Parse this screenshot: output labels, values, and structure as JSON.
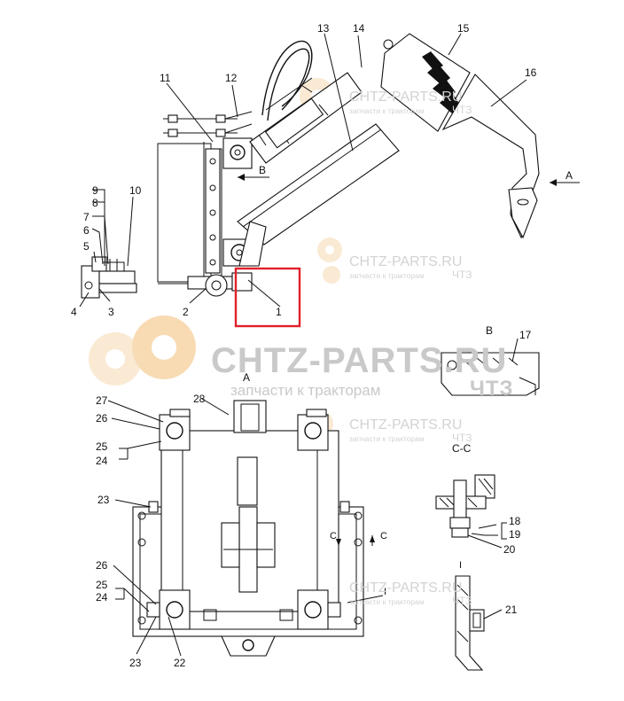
{
  "watermark": {
    "main": "CHTZ-PARTS.RU",
    "sub": "запчасти к тракторам",
    "brand": "ЧТЗ"
  },
  "views": {
    "view_b": "B",
    "view_a": "A",
    "section_cc": "C-C",
    "detail_i": "I",
    "arrow_a": "A",
    "arrow_b": "B",
    "arrow_c1": "C",
    "arrow_c2": "C",
    "arrow_i": "I"
  },
  "callouts": {
    "c1": "1",
    "c2": "2",
    "c3": "3",
    "c4": "4",
    "c5": "5",
    "c6": "6",
    "c7": "7",
    "c8": "8",
    "c9": "9",
    "c10": "10",
    "c11": "11",
    "c12": "12",
    "c13": "13",
    "c14": "14",
    "c15": "15",
    "c16": "16",
    "c17": "17",
    "c18": "18",
    "c19": "19",
    "c20": "20",
    "c21": "21",
    "c22a": "22",
    "c22b": "22",
    "c23a": "23",
    "c23b": "23",
    "c24a": "24",
    "c24b": "24",
    "c25a": "25",
    "c25b": "25",
    "c26a": "26",
    "c26b": "26",
    "c27": "27",
    "c28": "28"
  },
  "highlight_color": "#e0202a"
}
